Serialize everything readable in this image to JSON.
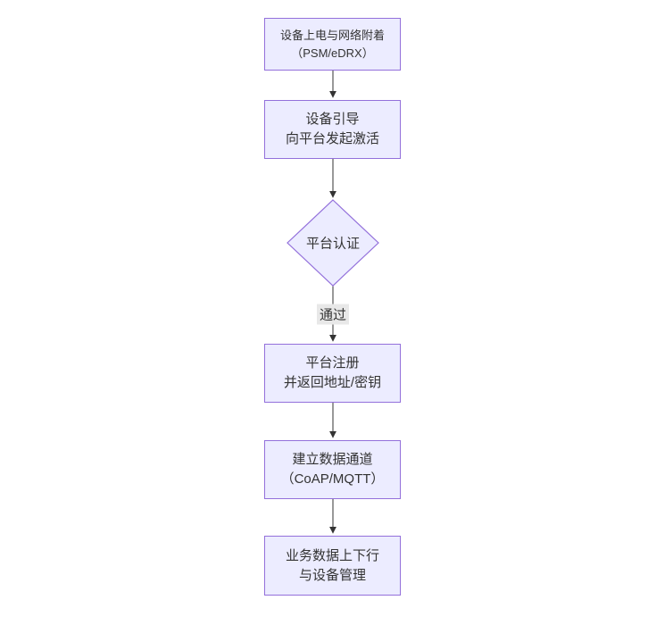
{
  "diagram": {
    "type": "flowchart",
    "direction": "top-down",
    "nodes": [
      {
        "id": "power-attach",
        "shape": "rect",
        "lines": [
          "设备上电与网络附着",
          "（PSM/eDRX）"
        ]
      },
      {
        "id": "bootstrap",
        "shape": "rect",
        "lines": [
          "设备引导",
          "向平台发起激活"
        ]
      },
      {
        "id": "platform-auth",
        "shape": "diamond",
        "lines": [
          "平台认证"
        ]
      },
      {
        "id": "platform-register",
        "shape": "rect",
        "lines": [
          "平台注册",
          "并返回地址/密钥"
        ]
      },
      {
        "id": "data-channel",
        "shape": "rect",
        "lines": [
          "建立数据通道",
          "（CoAP/MQTT）"
        ]
      },
      {
        "id": "business-data",
        "shape": "rect",
        "lines": [
          "业务数据上下行",
          "与设备管理"
        ]
      }
    ],
    "edges": [
      {
        "from": "power-attach",
        "to": "bootstrap",
        "label": ""
      },
      {
        "from": "bootstrap",
        "to": "platform-auth",
        "label": ""
      },
      {
        "from": "platform-auth",
        "to": "platform-register",
        "label": "通过"
      },
      {
        "from": "platform-register",
        "to": "data-channel",
        "label": ""
      },
      {
        "from": "data-channel",
        "to": "business-data",
        "label": ""
      }
    ],
    "colors": {
      "node_fill": "#ECECFF",
      "node_border": "#9370DB",
      "edge_line": "#333333",
      "edge_label_bg": "#e8e8e8",
      "text": "#333333",
      "background": "#ffffff"
    }
  }
}
